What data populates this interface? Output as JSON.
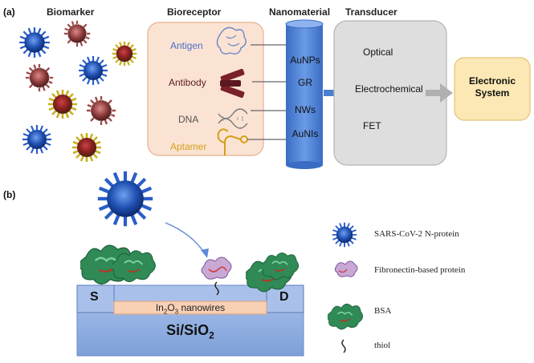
{
  "panel_a": {
    "label": "(a)",
    "headers": {
      "biomarker": "Biomarker",
      "bioreceptor": "Bioreceptor",
      "nanomaterial": "Nanomaterial",
      "transducer": "Transducer"
    },
    "bioreceptors": [
      "Antigen",
      "Antibody",
      "DNA",
      "Aptamer"
    ],
    "nanomaterials": [
      "AuNPs",
      "GR",
      "NWs",
      "AuNIs"
    ],
    "transducers": [
      "Optical",
      "Electrochemical",
      "FET"
    ],
    "output": [
      "Electronic",
      "System"
    ],
    "colors": {
      "antigen": "#4a6fc9",
      "antibody": "#6b1f2a",
      "dna": "#555555",
      "aptamer": "#d4a017",
      "bioreceptor_bg": "#fbe3d4",
      "cylinder": "#4f7fd0",
      "transducer_bg": "#dcdcdc",
      "electronic_bg": "#fbe8b4"
    }
  },
  "panel_b": {
    "label": "(b)",
    "source": "S",
    "drain": "D",
    "channel_prefix": "In",
    "channel_sub1": "2",
    "channel_mid": "O",
    "channel_sub2": "3",
    "channel_suffix": " nanowires",
    "substrate_main": "Si/SiO",
    "substrate_sub": "2",
    "legend": [
      "SARS-CoV-2 N-protein",
      "Fibronectin-based protein",
      "BSA",
      "thiol"
    ]
  }
}
